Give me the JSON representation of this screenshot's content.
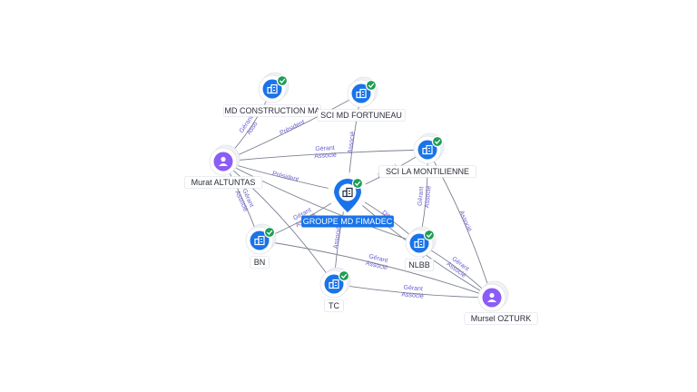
{
  "colors": {
    "company": "#1a73e8",
    "person": "#8b5cf6",
    "check": "#1f9d55",
    "edge": "#7b8190",
    "edge_label": "#6a5fd0",
    "center_label_bg": "#1a73e8"
  },
  "nodes": [
    {
      "id": "center",
      "label": "GROUPE MD FIMADEC",
      "kind": "company",
      "icon": "building-icon",
      "center": true,
      "verified": true
    },
    {
      "id": "mdc",
      "label": "MD CONSTRUCTION MA",
      "kind": "company",
      "icon": "building-icon",
      "verified": true
    },
    {
      "id": "scif",
      "label": "SCI MD FORTUNEAU",
      "kind": "company",
      "icon": "building-icon",
      "verified": true
    },
    {
      "id": "scim",
      "label": "SCI LA MONTILIENNE",
      "kind": "company",
      "icon": "building-icon",
      "verified": true
    },
    {
      "id": "murat",
      "label": "Murat ALTUNTAS",
      "kind": "person",
      "icon": "person-icon",
      "verified": false
    },
    {
      "id": "bn",
      "label": "BN",
      "kind": "company",
      "icon": "building-icon",
      "verified": true
    },
    {
      "id": "nlbb",
      "label": "NLBB",
      "kind": "company",
      "icon": "building-icon",
      "verified": true
    },
    {
      "id": "tc",
      "label": "TC",
      "kind": "company",
      "icon": "building-icon",
      "verified": true
    },
    {
      "id": "mursel",
      "label": "Mursel OZTURK",
      "kind": "person",
      "icon": "person-icon",
      "verified": false
    }
  ],
  "edges": [
    {
      "from": "murat",
      "to": "mdc",
      "labels": [
        "Gérant",
        "Asso"
      ]
    },
    {
      "from": "murat",
      "to": "scif",
      "labels": [
        "Président"
      ]
    },
    {
      "from": "murat",
      "to": "scim",
      "labels": [
        "Gérant",
        "Associé"
      ]
    },
    {
      "from": "murat",
      "to": "center",
      "labels": [
        "Président"
      ]
    },
    {
      "from": "murat",
      "to": "bn",
      "labels": [
        "Gérant",
        "Associé"
      ]
    },
    {
      "from": "murat",
      "to": "nlbb",
      "labels": []
    },
    {
      "from": "murat",
      "to": "tc",
      "labels": []
    },
    {
      "from": "scif",
      "to": "center",
      "labels": [
        "Associé"
      ]
    },
    {
      "from": "scim",
      "to": "center",
      "labels": [
        "Associé"
      ]
    },
    {
      "from": "center",
      "to": "bn",
      "labels": [
        "Gérant",
        "Associé"
      ]
    },
    {
      "from": "center",
      "to": "tc",
      "labels": [
        "Associé"
      ]
    },
    {
      "from": "center",
      "to": "nlbb",
      "labels": [
        "Dir"
      ]
    },
    {
      "from": "mursel",
      "to": "scim",
      "labels": [
        "Associé"
      ]
    },
    {
      "from": "mursel",
      "to": "nlbb",
      "labels": [
        "Gérant",
        "Associé"
      ]
    },
    {
      "from": "mursel",
      "to": "tc",
      "labels": [
        "Gérant",
        "Associé"
      ]
    },
    {
      "from": "mursel",
      "to": "bn",
      "labels": [
        "Gérant",
        "Associé"
      ]
    },
    {
      "from": "mursel",
      "to": "center",
      "labels": [
        "Gérant",
        "Associé"
      ]
    },
    {
      "from": "scim",
      "to": "nlbb",
      "labels": [
        "Gérant",
        "Associé"
      ]
    }
  ]
}
